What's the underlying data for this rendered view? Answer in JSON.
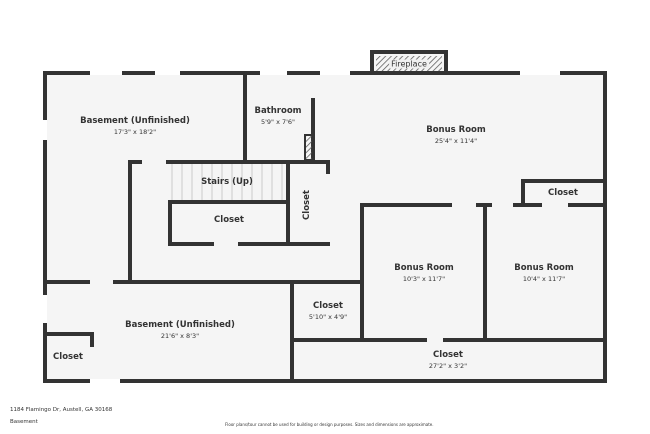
{
  "rooms": [
    {
      "name": "Basement (Unfinished)",
      "dims": "17'3\" x 18'2\""
    },
    {
      "name": "Bathroom",
      "dims": "5'9\" x 7'6\""
    },
    {
      "name": "Bonus Room",
      "dims": "25'4\" x 11'4\""
    },
    {
      "name": "Stairs (Up)"
    },
    {
      "name": "Closet"
    },
    {
      "name": "Closet"
    },
    {
      "name": "Closet"
    },
    {
      "name": "Bonus Room",
      "dims": "10'3\" x 11'7\""
    },
    {
      "name": "Bonus Room",
      "dims": "10'4\" x 11'7\""
    },
    {
      "name": "Closet",
      "dims": "5'10\" x 4'9\""
    },
    {
      "name": "Basement (Unfinished)",
      "dims": "21'6\" x 8'3\""
    },
    {
      "name": "Closet"
    },
    {
      "name": "Closet",
      "dims": "27'2\" x 3'2\""
    }
  ],
  "fireplace": "Fireplace",
  "footer": {
    "address": "1184 Flamingo Dr, Austell, GA 30168",
    "floor": "Basement",
    "disclaimer": "Floor plans/tour cannot be used for building or design purposes. Sizes and dimensions are approximate."
  },
  "colors": {
    "wall": "#333333",
    "floor": "#f5f5f5"
  }
}
